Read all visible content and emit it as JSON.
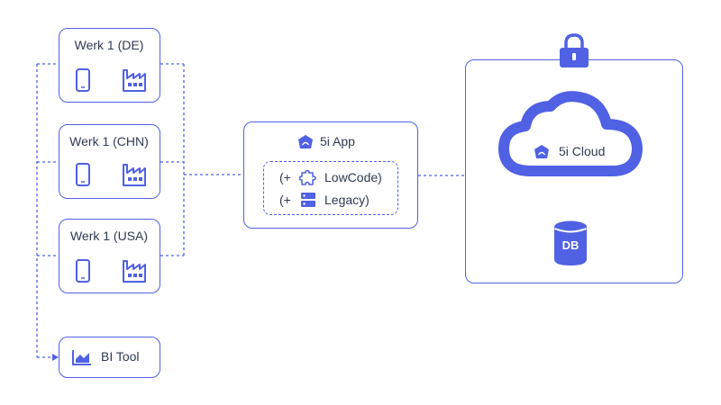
{
  "colors": {
    "accent": "#5061e4",
    "text": "#2f3a52",
    "background": "#ffffff"
  },
  "plants": [
    {
      "label": "Werk 1 (DE)",
      "icons": [
        "smartphone-icon",
        "factory-icon"
      ]
    },
    {
      "label": "Werk 1 (CHN)",
      "icons": [
        "smartphone-icon",
        "factory-icon"
      ]
    },
    {
      "label": "Werk 1 (USA)",
      "icons": [
        "smartphone-icon",
        "factory-icon"
      ]
    }
  ],
  "bi_tool": {
    "label": "BI Tool",
    "icon": "chart-icon"
  },
  "app": {
    "label": "5i App",
    "icon": "5i-logo-icon",
    "extensions": [
      {
        "prefix": "(+",
        "label": "LowCode)",
        "icon": "puzzle-icon"
      },
      {
        "prefix": "(+",
        "label": "Legacy)",
        "icon": "server-icon"
      }
    ]
  },
  "cloud": {
    "label": "5i Cloud",
    "icon": "5i-logo-icon",
    "lock_icon": "lock-icon"
  },
  "database": {
    "label": "DB",
    "icon": "database-icon"
  }
}
